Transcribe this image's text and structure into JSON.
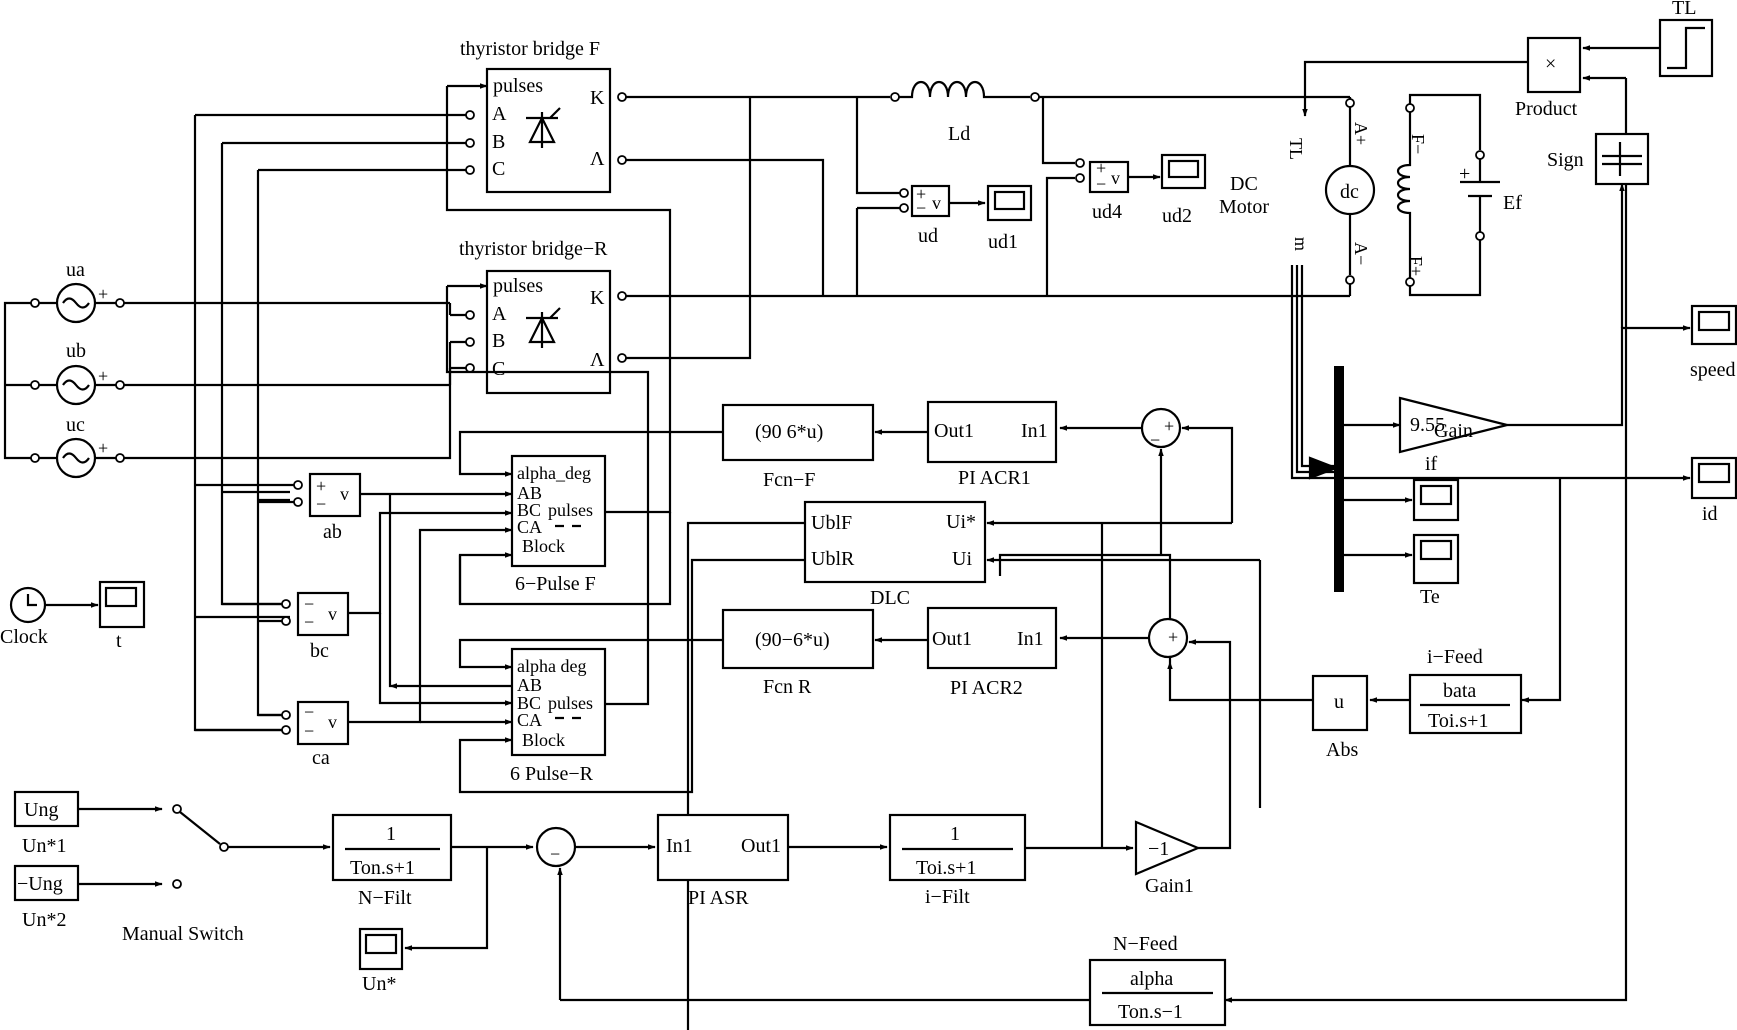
{
  "sources": {
    "ua": "ua",
    "ub": "ub",
    "uc": "uc",
    "plus": "+"
  },
  "bridges": {
    "f_title": "thyristor bridge   F",
    "r_title": "thyristor bridge−R",
    "pulses": "pulses",
    "a": "A",
    "b": "B",
    "c": "C",
    "k": "K",
    "lambda": "Λ"
  },
  "meas": {
    "plus": "+",
    "minus": "−",
    "v": "v",
    "ab": "ab",
    "bc": "bc",
    "ca": "ca",
    "ud": "ud",
    "ud4": "ud4"
  },
  "pulse_gen": {
    "alpha": "alpha_deg",
    "alpha_r": "alpha  deg",
    "ab": "AB",
    "bc": "BC",
    "pulses": "pulses",
    "ca": "CA",
    "block": "Block",
    "f_label": "6−Pulse  F",
    "r_label": "6  Pulse−R"
  },
  "clock": {
    "label": "Clock",
    "scope": "t"
  },
  "fcn_f": {
    "expr": "(90   6*u)",
    "label": "Fcn−F"
  },
  "fcn_r": {
    "expr": "(90−6*u)",
    "label": "Fcn   R"
  },
  "acr1": {
    "out": "Out1",
    "in": "In1",
    "label": "PI ACR1"
  },
  "acr2": {
    "out": "Out1",
    "in": "In1",
    "label": "PI ACR2"
  },
  "dlc": {
    "ublf": "UblF",
    "ublr": "UblR",
    "uistar": "Ui*",
    "ui": "Ui",
    "label": "DLC"
  },
  "sum_signs": {
    "plus": "+",
    "minus": "−"
  },
  "ld": {
    "label": "Ld"
  },
  "scopes": {
    "ud1": "ud1",
    "ud2": "ud2",
    "speed": "speed",
    "id": "id",
    "if": "if",
    "te": "Te",
    "un": "Un*"
  },
  "motor": {
    "dc": "dc",
    "label1": "DC",
    "label2": "Motor",
    "tl": "TL",
    "a_plus": "A+",
    "a_minus": "A−",
    "f_plus": "F+",
    "f_minus": "F−",
    "m": "m",
    "ef": "Ef",
    "plus": "+"
  },
  "tl_step": {
    "label": "TL"
  },
  "product": {
    "symbol": "×",
    "label": "Product"
  },
  "sign": {
    "label": "Sign"
  },
  "gain": {
    "value": "9.55",
    "label": "Gain"
  },
  "gain1": {
    "value": "−1",
    "label": "Gain1"
  },
  "i_feed": {
    "title": "i−Feed",
    "num": "bata",
    "den": "Toi.s+1"
  },
  "abs": {
    "u": "u",
    "label": "Abs"
  },
  "un1": {
    "value": "Ung",
    "label": "Un*1"
  },
  "un2": {
    "value": "−Ung",
    "label": "Un*2"
  },
  "manual_switch": {
    "label": "Manual Switch"
  },
  "n_filt": {
    "num": "1",
    "den": "Ton.s+1",
    "label": "N−Filt"
  },
  "pi_asr": {
    "in": "In1",
    "out": "Out1",
    "label": "PI ASR"
  },
  "i_filt": {
    "num": "1",
    "den": "Toi.s+1",
    "label": "i−Filt"
  },
  "n_feed": {
    "title": "N−Feed",
    "num": "alpha",
    "den": "Ton.s−1"
  }
}
